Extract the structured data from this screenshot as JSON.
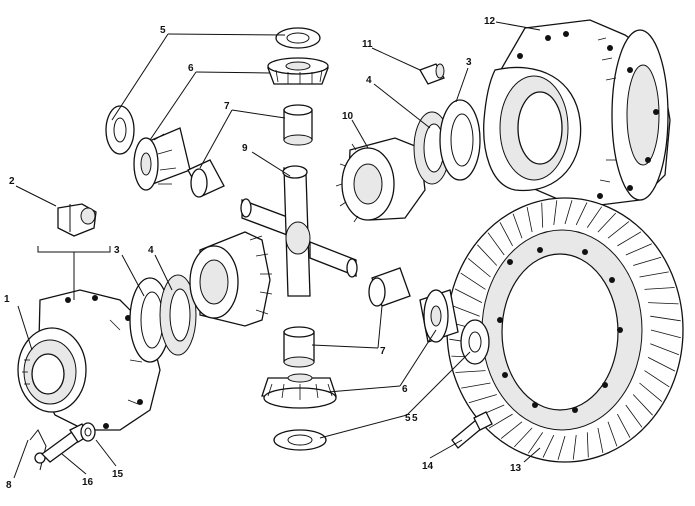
{
  "callouts": [
    {
      "id": "c1",
      "text": "1"
    },
    {
      "id": "c2",
      "text": "2"
    },
    {
      "id": "c3a",
      "text": "3"
    },
    {
      "id": "c3b",
      "text": "3"
    },
    {
      "id": "c4a",
      "text": "4"
    },
    {
      "id": "c4b",
      "text": "4"
    },
    {
      "id": "c5a",
      "text": "5"
    },
    {
      "id": "c5b",
      "text": "5"
    },
    {
      "id": "c5c",
      "text": "5"
    },
    {
      "id": "c6a",
      "text": "6"
    },
    {
      "id": "c6b",
      "text": "6"
    },
    {
      "id": "c7a",
      "text": "7"
    },
    {
      "id": "c7b",
      "text": "7"
    },
    {
      "id": "c8",
      "text": "8"
    },
    {
      "id": "c9",
      "text": "9"
    },
    {
      "id": "c10",
      "text": "10"
    },
    {
      "id": "c11",
      "text": "11"
    },
    {
      "id": "c12",
      "text": "12"
    },
    {
      "id": "c13",
      "text": "13"
    },
    {
      "id": "c14",
      "text": "14"
    },
    {
      "id": "c15",
      "text": "15"
    },
    {
      "id": "c16",
      "text": "16"
    }
  ]
}
